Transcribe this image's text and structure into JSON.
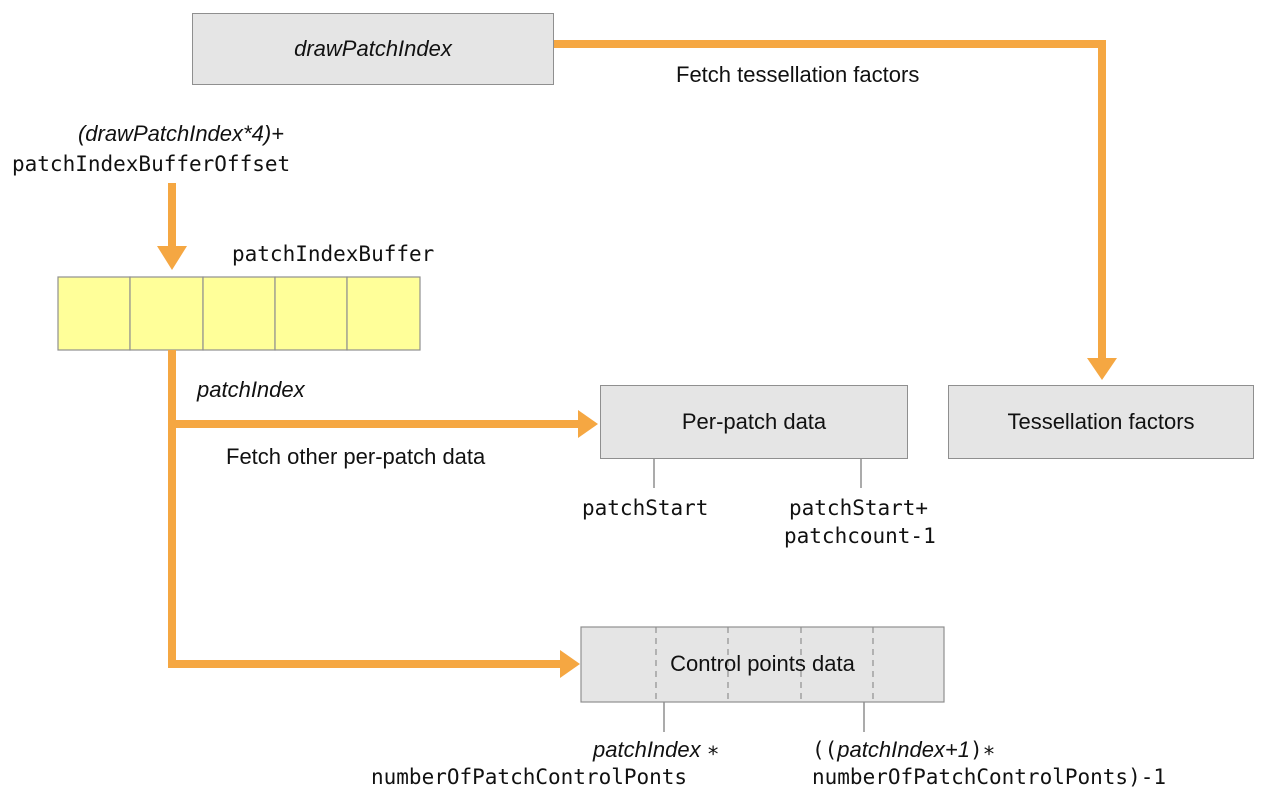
{
  "boxes": {
    "draw_patch_index": "drawPatchIndex",
    "per_patch_data": "Per-patch data",
    "tessellation_factors": "Tessellation factors",
    "control_points_data": "Control points data"
  },
  "labels": {
    "fetch_tessellation": "Fetch tessellation factors",
    "offset_expr_line1": "(drawPatchIndex*4)+",
    "offset_expr_line2": "patchIndexBufferOffset",
    "patch_index_buffer": "patchIndexBuffer",
    "patch_index": "patchIndex",
    "fetch_other": "Fetch other per-patch data",
    "patch_start": "patchStart",
    "patch_end_line1": "patchStart+",
    "patch_end_line2": "patchcount-1",
    "cp_start_italic": "patchIndex",
    "cp_start_op": "∗",
    "cp_start_line2": "numberOfPatchControlPonts",
    "cp_end_prefix": "((",
    "cp_end_italic": "patchIndex+1",
    "cp_end_suffix": ")∗",
    "cp_end_line2": "numberOfPatchControlPonts)-1"
  },
  "colors": {
    "arrow": "#f5a742",
    "box_fill": "#e5e5e5",
    "buffer_fill": "#ffff99"
  }
}
